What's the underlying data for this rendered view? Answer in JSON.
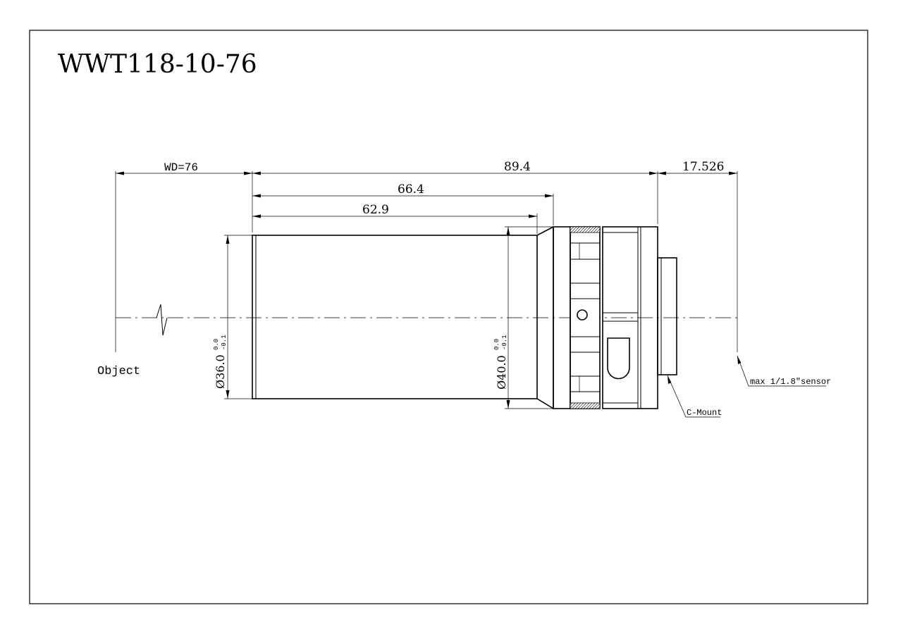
{
  "title": "WWT118-10-76",
  "dimensions": {
    "working_distance": "WD=76",
    "overall_length": "89.4",
    "flange_distance": "17.526",
    "length_to_ring": "66.4",
    "barrel_length": "62.9",
    "front_diameter": "Ø36.0",
    "front_tol_upper": "0.0",
    "front_tol_lower": "-0.1",
    "rear_diameter": "Ø40.0",
    "rear_tol_upper": "0.0",
    "rear_tol_lower": "-0.1"
  },
  "labels": {
    "object": "Object",
    "mount": "C-Mount",
    "sensor": "max 1/1.8\"sensor"
  }
}
